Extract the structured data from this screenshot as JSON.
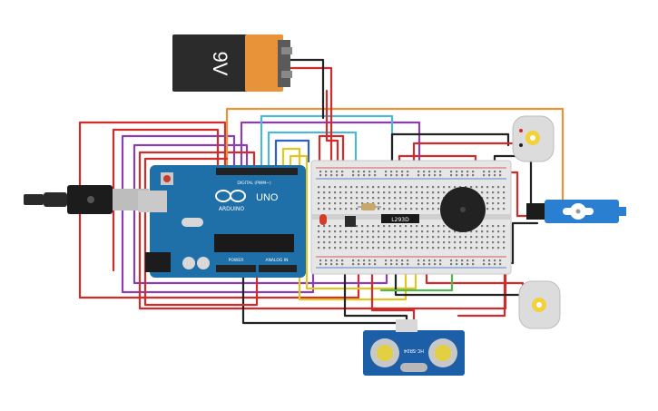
{
  "battery": {
    "label": "9V"
  },
  "arduino": {
    "brand": "ARDUINO",
    "model": "UNO",
    "digital_header": "DIGITAL (PWM~)",
    "power_header": "POWER",
    "analog_header": "ANALOG IN"
  },
  "driver_chip": {
    "label": "L293D"
  },
  "sensor": {
    "model": "HC-SR04"
  },
  "colors": {
    "arduino_board": "#1f6fa8",
    "battery_body": "#2b2b2b",
    "battery_cap": "#e8923a",
    "breadboard": "#e6e6e6",
    "motor": "#dcdcdc",
    "motor_hub": "#f2d13a",
    "servo": "#2a7fd0",
    "sensor_board": "#1d5ea8",
    "buzzer": "#222222",
    "led": "#d43c2a"
  }
}
